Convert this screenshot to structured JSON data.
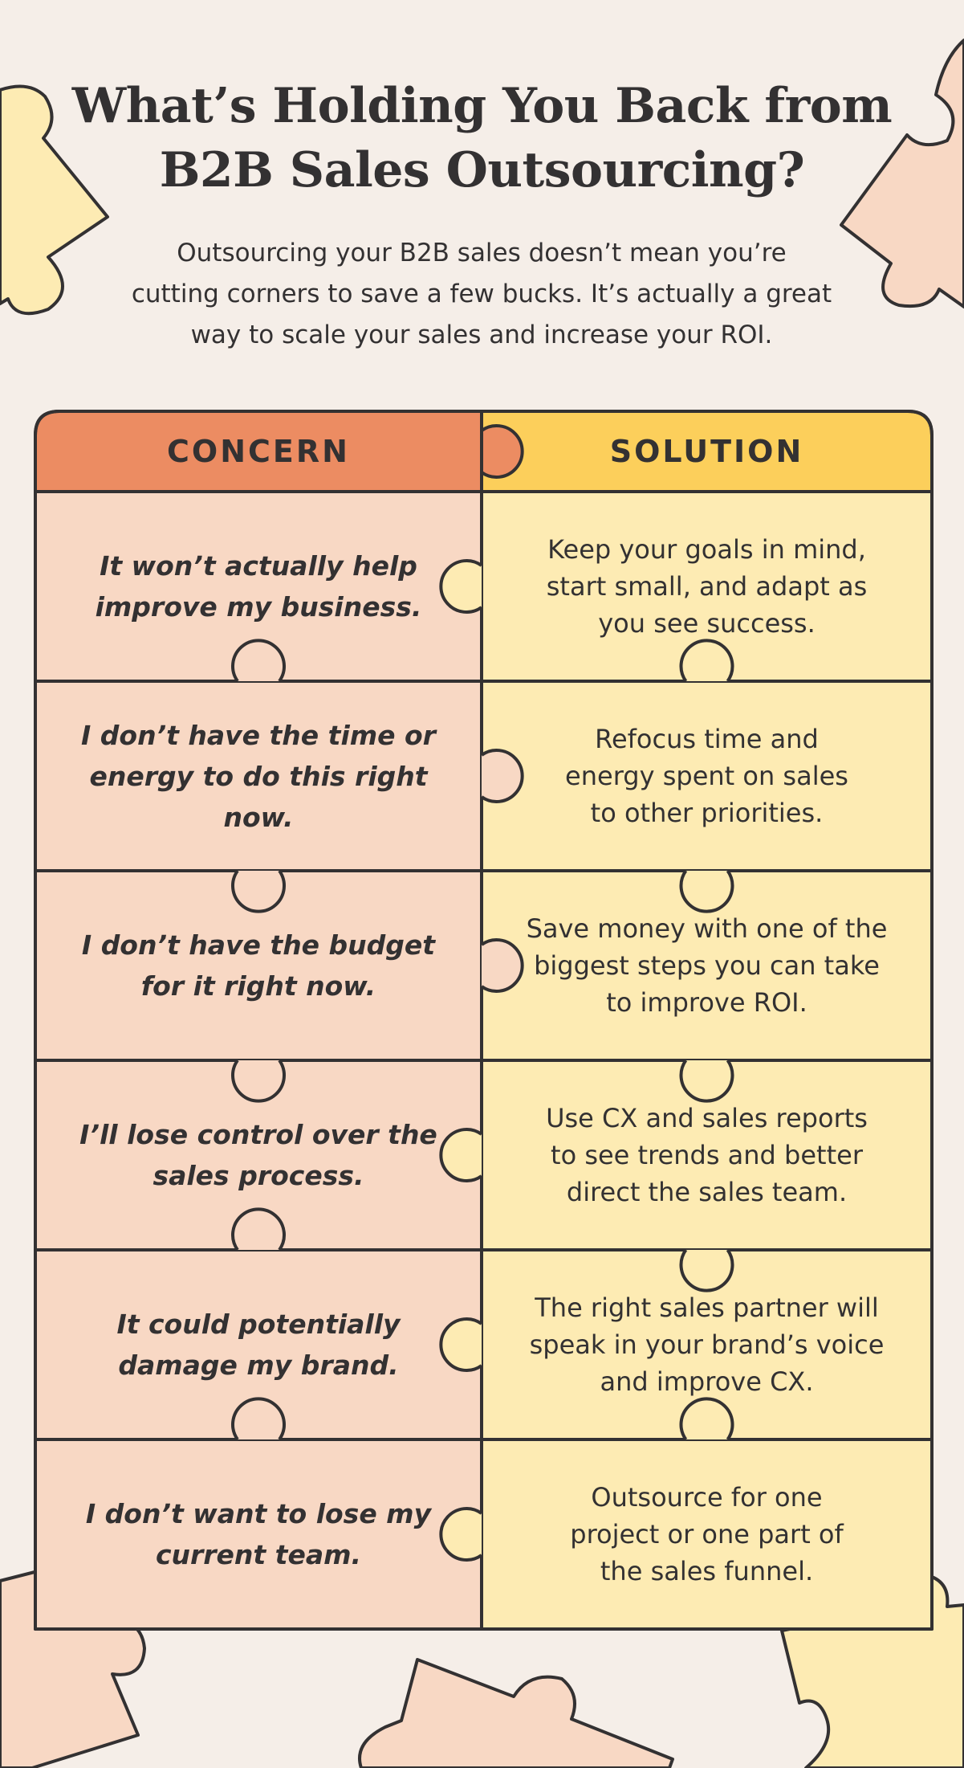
{
  "title": {
    "line1": "What’s Holding You Back from",
    "line2": "B2B Sales Outsourcing?"
  },
  "intro": {
    "line1": "Outsourcing your B2B sales doesn’t mean you’re",
    "line2": "cutting corners to save a few bucks. It’s actually a great",
    "line3": "way to scale your sales and increase your ROI."
  },
  "table": {
    "header_concern": "CONCERN",
    "header_solution": "SOLUTION",
    "rows": [
      {
        "concern": [
          "It won’t actually help",
          "improve my business."
        ],
        "solution": [
          "Keep your goals in mind,",
          "start small, and adapt as",
          "you see success."
        ]
      },
      {
        "concern": [
          "I don’t have the time or",
          "energy to do this right now."
        ],
        "solution": [
          "Refocus time and",
          "energy spent on sales",
          "to other priorities."
        ]
      },
      {
        "concern": [
          "I don’t have the budget",
          "for it right now."
        ],
        "solution": [
          "Save money with one of the",
          "biggest steps you can take",
          "to improve ROI."
        ]
      },
      {
        "concern": [
          "I’ll lose control over the",
          "sales process."
        ],
        "solution": [
          "Use CX and sales reports",
          "to see trends and better",
          "direct the sales team."
        ]
      },
      {
        "concern": [
          "It could potentially",
          "damage my brand."
        ],
        "solution": [
          "The right sales partner will",
          "speak in your brand’s voice",
          "and improve CX."
        ]
      },
      {
        "concern": [
          "I don’t want to lose my",
          "current team."
        ],
        "solution": [
          "Outsource for one",
          "project or one part of",
          "the sales funnel."
        ]
      }
    ]
  },
  "colors": {
    "background": "#f5eee8",
    "concern_header": "#ec8c62",
    "solution_header": "#fccf5b",
    "concern_cell": "#f8d8c4",
    "solution_cell": "#fdebb3",
    "outline": "#333132"
  }
}
